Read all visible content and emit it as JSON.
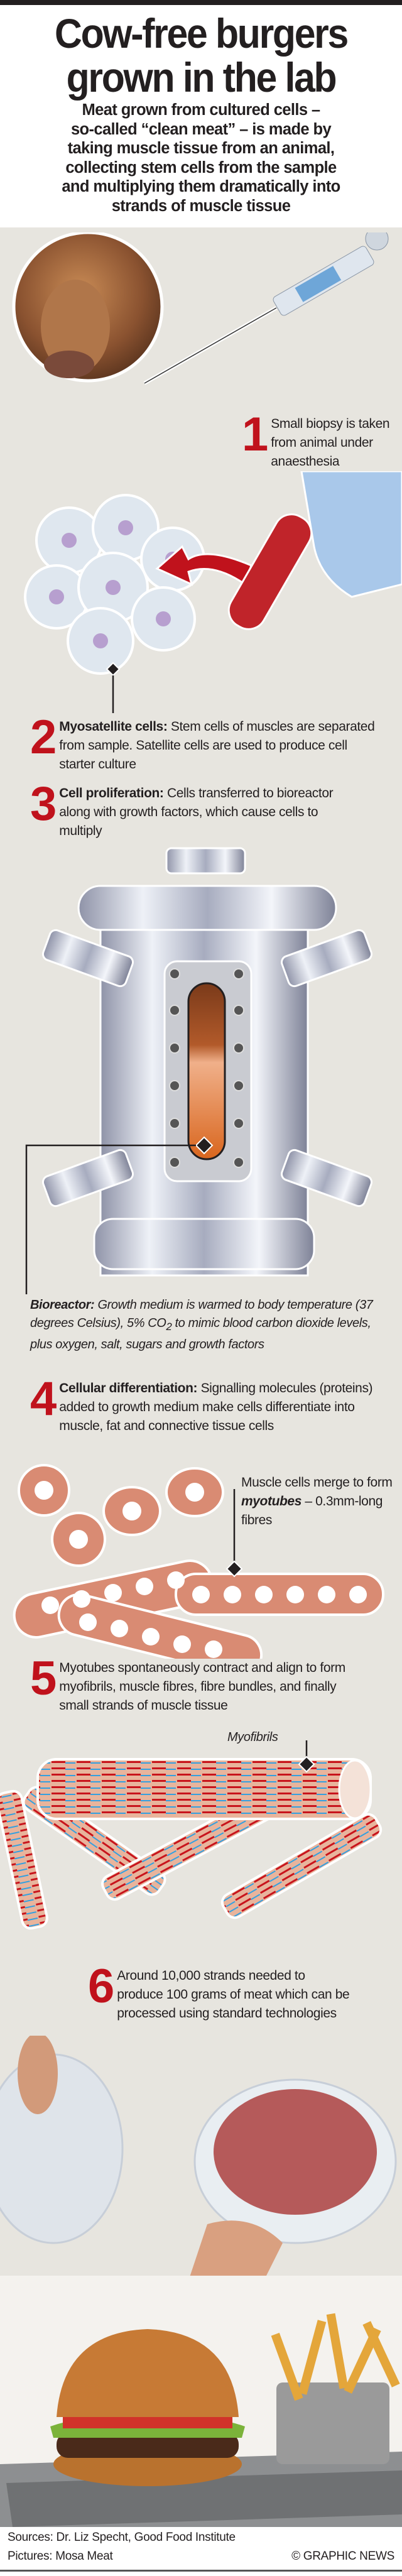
{
  "title": {
    "line1": "Cow-free burgers",
    "line2": "grown in the lab"
  },
  "subtitle": [
    "Meat grown from cultured cells –",
    "so-called “clean meat” – is made by",
    "taking muscle tissue from an animal,",
    "collecting stem cells from the sample",
    "and multiplying them dramatically into",
    "strands of muscle tissue"
  ],
  "steps": [
    {
      "num": "1",
      "text": "Small biopsy is taken from animal under anaesthesia"
    },
    {
      "num": "2",
      "heading": "Myosatellite cells:",
      "text": " Stem cells of muscles are separated from sample. Satellite cells are used to produce cell starter culture"
    },
    {
      "num": "3",
      "heading": "Cell proliferation:",
      "text": " Cells transferred to bioreactor along with growth factors, which cause cells to multiply"
    },
    {
      "num": "4",
      "heading": "Cellular differentiation:",
      "text": " Signalling molecules (proteins) added to growth medium make cells differentiate into muscle, fat and connective tissue cells"
    },
    {
      "num": "5",
      "text": "Myotubes spontaneously contract and align to form myofibrils, muscle fibres, fibre bundles, and finally small strands of muscle tissue"
    },
    {
      "num": "6",
      "text": "Around 10,000 strands needed to produce 100 grams of meat which can be processed using standard technologies"
    }
  ],
  "bioreactor": {
    "heading": "Bioreactor:",
    "text1": " Growth medium is warmed to body temperature (37 degrees Celsius), 5% CO",
    "sub": "2",
    "text2": " to mimic blood carbon dioxide levels, plus oxygen, salt, sugars and growth factors"
  },
  "myotubes_label": {
    "pre": "Muscle cells merge to form ",
    "em": "myotubes",
    "post": " – 0.3mm-long fibres"
  },
  "myofibrils_label": "Myofibrils",
  "footer": {
    "sources": "Sources: Dr. Liz Specht, Good Food Institute",
    "pictures": "Pictures: Mosa Meat",
    "credit": "© GRAPHIC NEWS"
  },
  "colors": {
    "accent_red": "#c0121c",
    "panel": "#e7e5df",
    "muscle": "#d98b73"
  }
}
